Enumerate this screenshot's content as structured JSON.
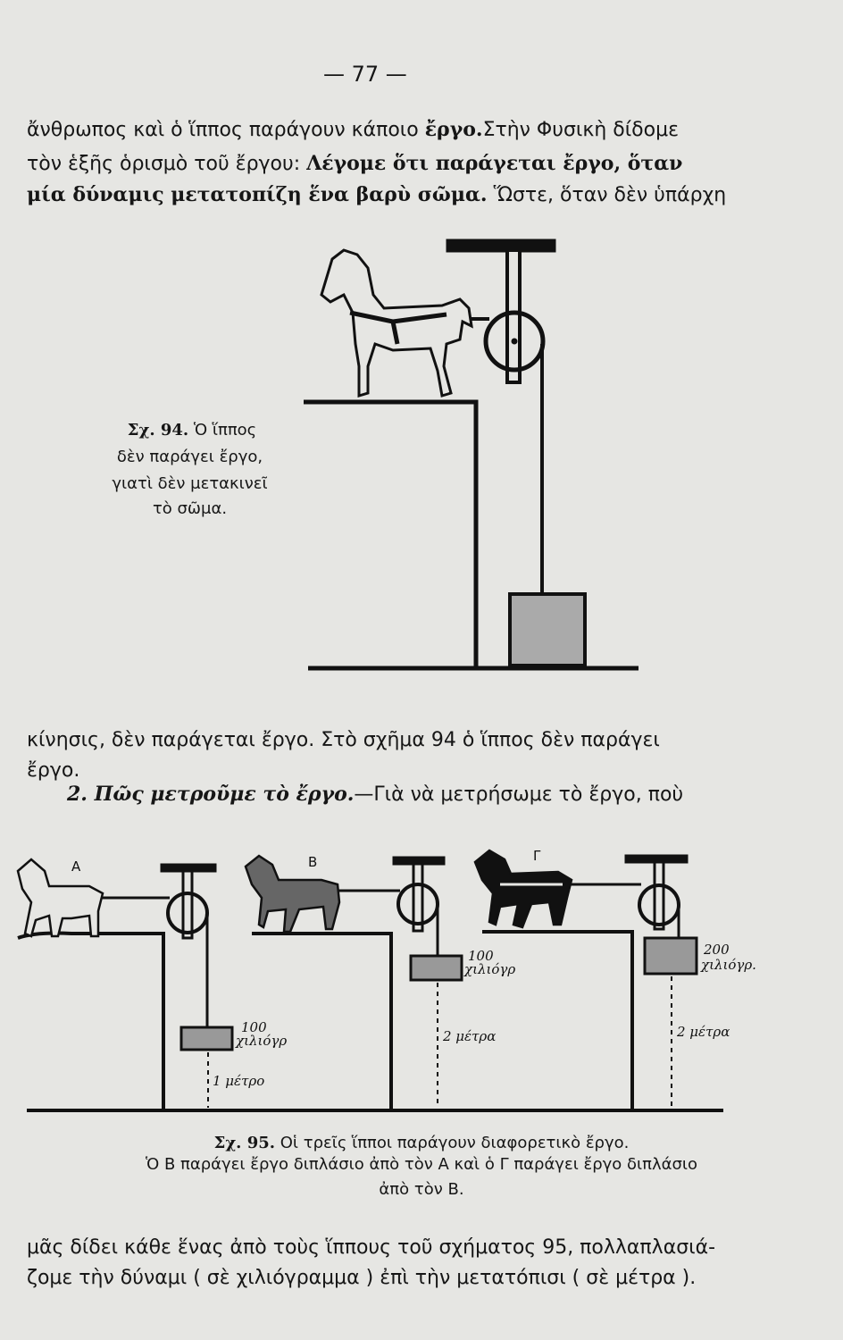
{
  "page_number": "— 77 —",
  "paragraph1": {
    "line1_a": "ἄνθρωπος καὶ ὁ ἵππος παράγουν κάποιο ",
    "line1_b": "ἔργο.",
    "line1_c": "Στὴν Φυσικὴ δίδομε",
    "line2_a": "τὸν ἑξῆς ὁρισμὸ τοῦ ἔργου: ",
    "line2_b": "Λέγομε ὅτι παράγεται ἔργο, ὅταν",
    "line3_a": "μία δύναμις μετατοπίζη ἕνα βαρὺ σῶμα.",
    "line3_b": " Ὥστε, ὅταν δὲν ὑπάρχη"
  },
  "figure94": {
    "caption_label": "Σχ. 94.",
    "caption_line1": "Ὁ ἵππος",
    "caption_line2": "δὲν παράγει ἔργο,",
    "caption_line3": "γιατὶ δὲν μετακινεῖ",
    "caption_line4": "τὸ σῶμα."
  },
  "paragraph2": {
    "line1": "κίνησις, δὲν παράγεται ἔργο. Στὸ σχῆμα 94 ὁ ἵππος δὲν παράγει",
    "line2": "ἔργο.",
    "heading": "2. Πῶς μετροῦμε τὸ ἔργο.",
    "line3": "—Γιὰ νὰ μετρήσωμε τὸ ἔργο, ποὺ"
  },
  "figure95": {
    "horse_a": "Α",
    "horse_b": "Β",
    "horse_c": "Γ",
    "weight_a": "100",
    "weight_a_unit": "χιλιόγρ",
    "dist_a": "1 μέτρο",
    "weight_b": "100",
    "weight_b_unit": "χιλιόγρ",
    "dist_b": "2 μέτρα",
    "weight_c": "200",
    "weight_c_unit": "χιλιόγρ.",
    "dist_c": "2 μέτρα",
    "caption_label": "Σχ. 95.",
    "caption_line1": " Οἱ τρεῖς ἵπποι παράγουν διαφορετικὸ ἔργο.",
    "caption_line2": "Ὁ Β παράγει ἔργο διπλάσιο ἀπὸ τὸν Α καὶ ὁ Γ παράγει ἔργο διπλάσιο",
    "caption_line3": "ἀπὸ τὸν Β."
  },
  "paragraph3": {
    "line1": "μᾶς δίδει κάθε ἕνας ἀπὸ τοὺς ἵππους τοῦ σχήματος 95, πολλαπλασιά-",
    "line2": "ζομε τὴν δύναμι ( σὲ χιλιόγραμμα ) ἐπὶ τὴν μετατόπισι ( σὲ μέτρα )."
  }
}
